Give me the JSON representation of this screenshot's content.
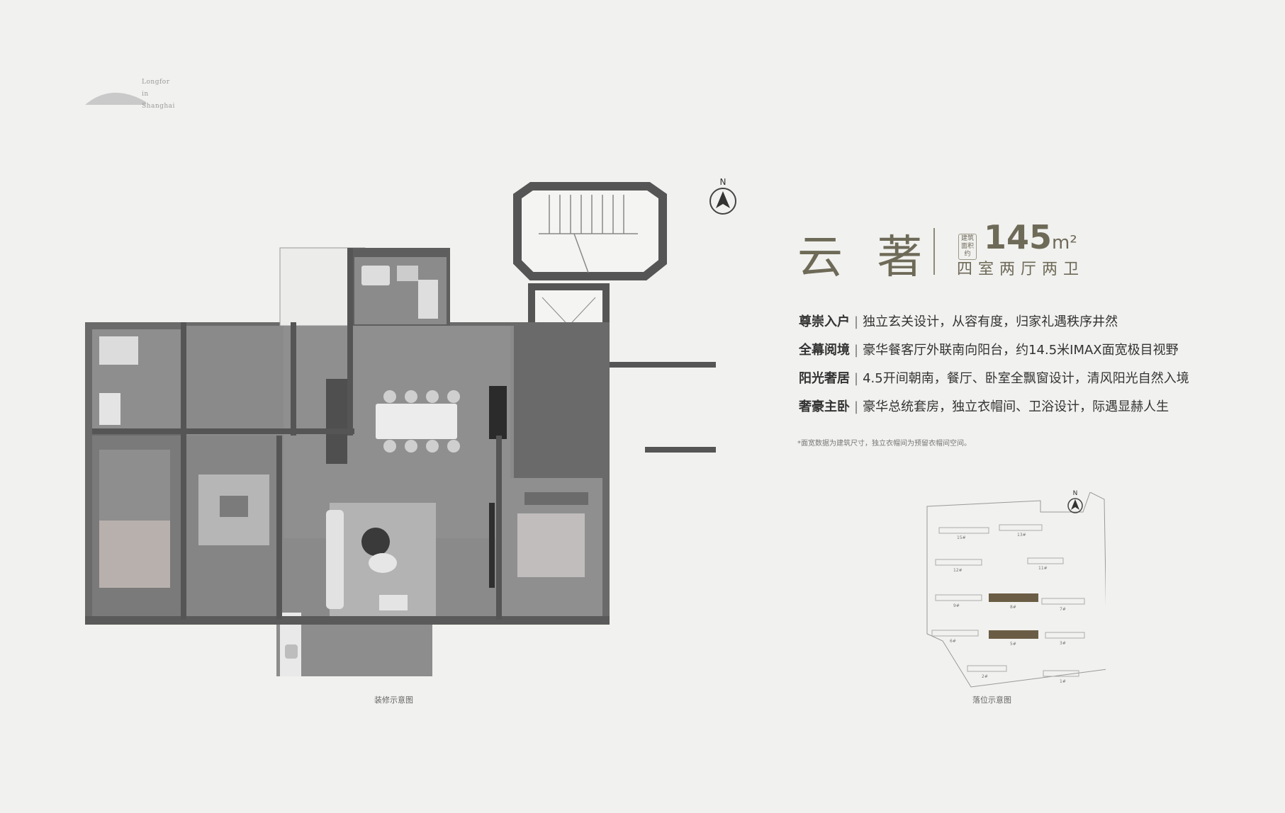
{
  "logo": {
    "lines": [
      "Longfor",
      "in",
      "Shanghai"
    ]
  },
  "title": {
    "name": "云 著",
    "area_note": "建筑面积约",
    "area": "145",
    "unit": "m²",
    "rooms": "四室两厅两卫"
  },
  "features": [
    {
      "key": "尊崇入户",
      "text": "独立玄关设计，从容有度，归家礼遇秩序井然"
    },
    {
      "key": "全幕阅境",
      "text": "豪华餐客厅外联南向阳台，约14.5米IMAX面宽极目视野"
    },
    {
      "key": "阳光奢居",
      "text": "4.5开间朝南，餐厅、卧室全飘窗设计，清风阳光自然入境"
    },
    {
      "key": "奢豪主卧",
      "text": "豪华总统套房，独立衣帽间、卫浴设计，际遇显赫人生"
    }
  ],
  "footnote": "*面宽数据为建筑尺寸，独立衣帽间为预留衣帽间空间。",
  "compass": {
    "label": "N"
  },
  "site_map": {
    "compass_label": "N",
    "buildings": [
      "15#",
      "13#",
      "12#",
      "11#",
      "9#",
      "8#",
      "7#",
      "6#",
      "5#",
      "3#",
      "2#",
      "1#"
    ]
  },
  "captions": {
    "plan": "装修示意图",
    "site": "落位示意图"
  },
  "colors": {
    "wall": "#5d5d5d",
    "floor": "#8a8a8a",
    "accent": "#6e6a58",
    "highlight": "#6b5d45"
  }
}
